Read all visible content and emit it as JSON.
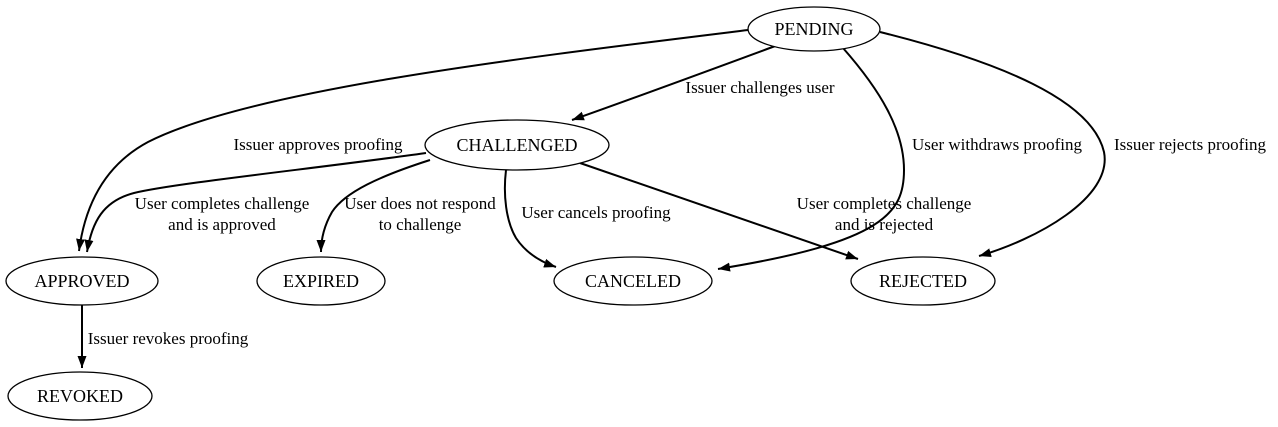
{
  "diagram": {
    "type": "state-machine",
    "colors": {
      "background": "#ffffff",
      "node_fill": "#ffffff",
      "stroke": "#000000",
      "text": "#000000"
    },
    "nodes": [
      {
        "id": "pending",
        "label": "PENDING"
      },
      {
        "id": "challenged",
        "label": "CHALLENGED"
      },
      {
        "id": "approved",
        "label": "APPROVED"
      },
      {
        "id": "expired",
        "label": "EXPIRED"
      },
      {
        "id": "canceled",
        "label": "CANCELED"
      },
      {
        "id": "rejected",
        "label": "REJECTED"
      },
      {
        "id": "revoked",
        "label": "REVOKED"
      }
    ],
    "edges": [
      {
        "from": "PENDING",
        "to": "CHALLENGED",
        "label": "Issuer challenges user",
        "lines": [
          "Issuer challenges user"
        ]
      },
      {
        "from": "PENDING",
        "to": "APPROVED",
        "label": "Issuer approves proofing",
        "lines": [
          "Issuer approves proofing"
        ]
      },
      {
        "from": "PENDING",
        "to": "CANCELED",
        "label": "User withdraws proofing",
        "lines": [
          "User withdraws proofing"
        ]
      },
      {
        "from": "PENDING",
        "to": "REJECTED",
        "label": "Issuer rejects proofing",
        "lines": [
          "Issuer rejects proofing"
        ]
      },
      {
        "from": "CHALLENGED",
        "to": "APPROVED",
        "label": "User completes challenge and is approved",
        "lines": [
          "User completes challenge",
          "and is approved"
        ]
      },
      {
        "from": "CHALLENGED",
        "to": "EXPIRED",
        "label": "User does not respond to challenge",
        "lines": [
          "User does not respond",
          "to challenge"
        ]
      },
      {
        "from": "CHALLENGED",
        "to": "CANCELED",
        "label": "User cancels proofing",
        "lines": [
          "User cancels proofing"
        ]
      },
      {
        "from": "CHALLENGED",
        "to": "REJECTED",
        "label": "User completes challenge and is rejected",
        "lines": [
          "User completes challenge",
          "and is rejected"
        ]
      },
      {
        "from": "APPROVED",
        "to": "REVOKED",
        "label": "Issuer revokes proofing",
        "lines": [
          "Issuer revokes proofing"
        ]
      }
    ]
  }
}
